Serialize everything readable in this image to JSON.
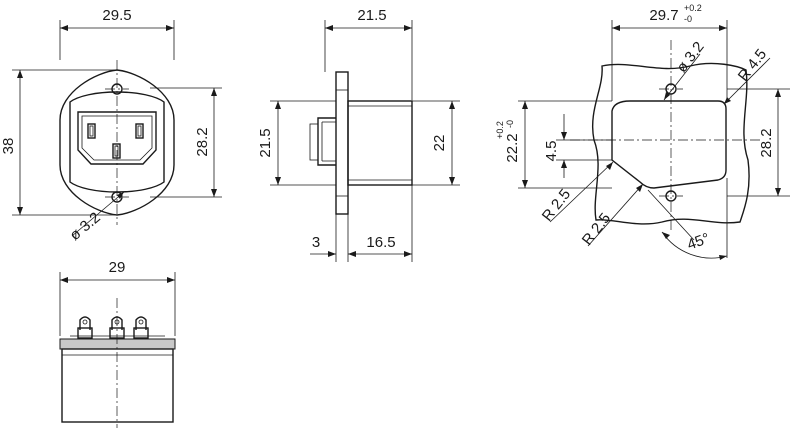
{
  "front_view": {
    "width_label": "29.5",
    "height_label": "38",
    "inner_height_label": "28.2",
    "hole_label": "ø 3.2"
  },
  "side_view": {
    "width_label": "21.5",
    "height_label": "21.5",
    "body_height_label": "22",
    "flange_label": "3",
    "body_depth_label": "16.5"
  },
  "cutout_view": {
    "width_label": "29.7",
    "tol_upper": "+0.2",
    "tol_lower": "-0",
    "height_label": "22.2",
    "height_tol_upper": "+0.2",
    "height_tol_lower": "-0",
    "inner_height_label": "28.2",
    "step_label": "4.5",
    "hole_label": "ø 3.2",
    "radius_top_label": "R 4.5",
    "radius_a_label": "R 2.5",
    "radius_b_label": "R 2.5",
    "angle_label": "45°"
  },
  "bottom_view": {
    "width_label": "29"
  }
}
